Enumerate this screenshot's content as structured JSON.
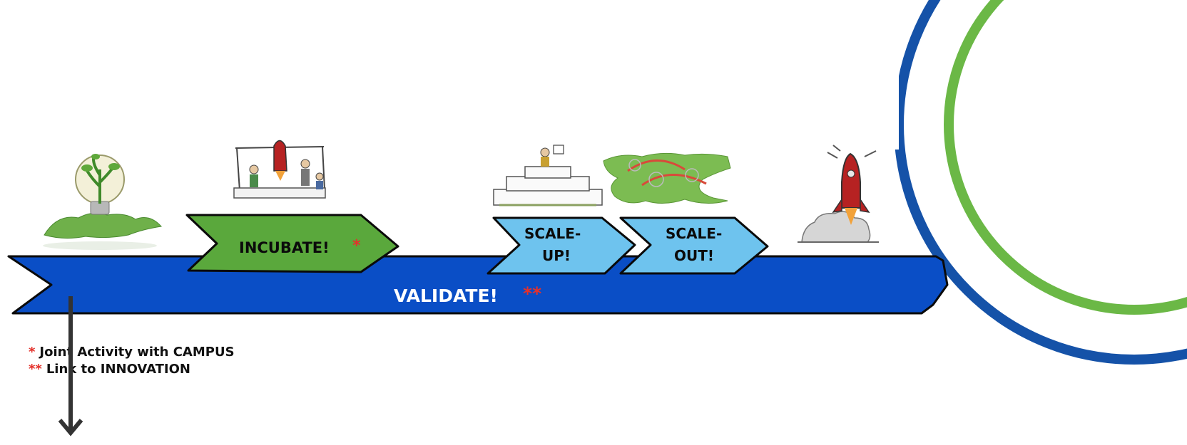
{
  "stages": {
    "validate": {
      "label": "VALIDATE!",
      "marker": "**"
    },
    "incubate": {
      "label": "INCUBATE!",
      "marker": "*"
    },
    "scale_up": {
      "line1": "SCALE-",
      "line2": "UP!"
    },
    "scale_out": {
      "line1": "SCALE-",
      "line2": "OUT!"
    }
  },
  "legend": {
    "item1": {
      "marker": "*",
      "text": "Joint Activity with CAMPUS"
    },
    "item2": {
      "marker": "**",
      "text": "Link to INNOVATION"
    }
  },
  "colors": {
    "validate_blue": "#0a4ec6",
    "incubate_green": "#5aa83c",
    "scale_light_blue": "#6ec3ee",
    "ring_green": "#6bb846",
    "ring_blue": "#1552a8",
    "marker_red": "#e4312b"
  },
  "icons": [
    "lightbulb-plant-on-map-icon",
    "incubator-meeting-icon",
    "podium-icon",
    "world-map-icon",
    "rocket-launch-icon"
  ]
}
